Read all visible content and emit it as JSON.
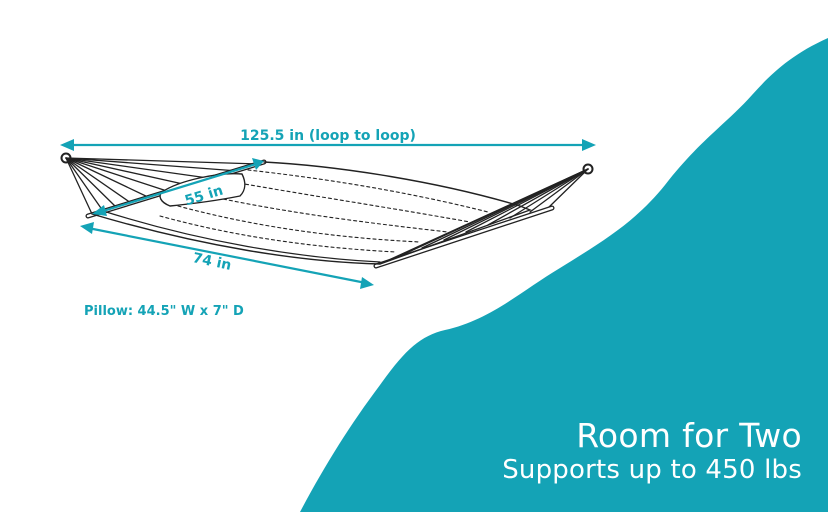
{
  "colors": {
    "accent": "#14a3b6",
    "line": "#222222",
    "background": "#ffffff",
    "overlay_text": "#ffffff"
  },
  "dimensions": {
    "overall_label": "125.5 in (loop to loop)",
    "width_label": "55 in",
    "bed_length_label": "74 in"
  },
  "pillow_note": "Pillow: 44.5\" W x 7\" D",
  "overlay": {
    "title": "Room for Two",
    "subtitle": "Supports up to 450 lbs"
  }
}
